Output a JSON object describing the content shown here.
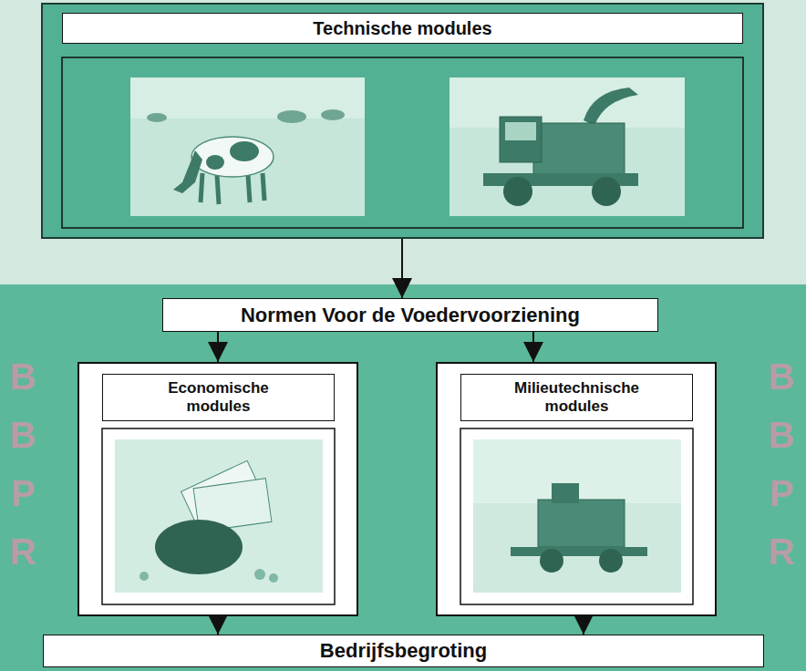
{
  "diagram": {
    "nodes": [
      {
        "text": [
          "Technische modules"
        ]
      },
      {
        "text": [
          "Normen Voor de Voedervoorziening"
        ]
      },
      {
        "text": [
          "Economische modules"
        ]
      },
      {
        "text": [
          "Milieutechnische modules"
        ]
      },
      {
        "text": [
          "Bedrijfsbegroting"
        ]
      }
    ],
    "edges": [
      {
        "from": 0,
        "to": 1,
        "arrow": "to"
      },
      {
        "from": 1,
        "to": 2,
        "arrow": "to"
      },
      {
        "from": 1,
        "to": 3,
        "arrow": "to"
      },
      {
        "from": 2,
        "to": 4,
        "arrow": "to"
      },
      {
        "from": 3,
        "to": 4,
        "arrow": "to"
      }
    ],
    "labels": [
      "BBPR",
      "BBPR"
    ]
  }
}
